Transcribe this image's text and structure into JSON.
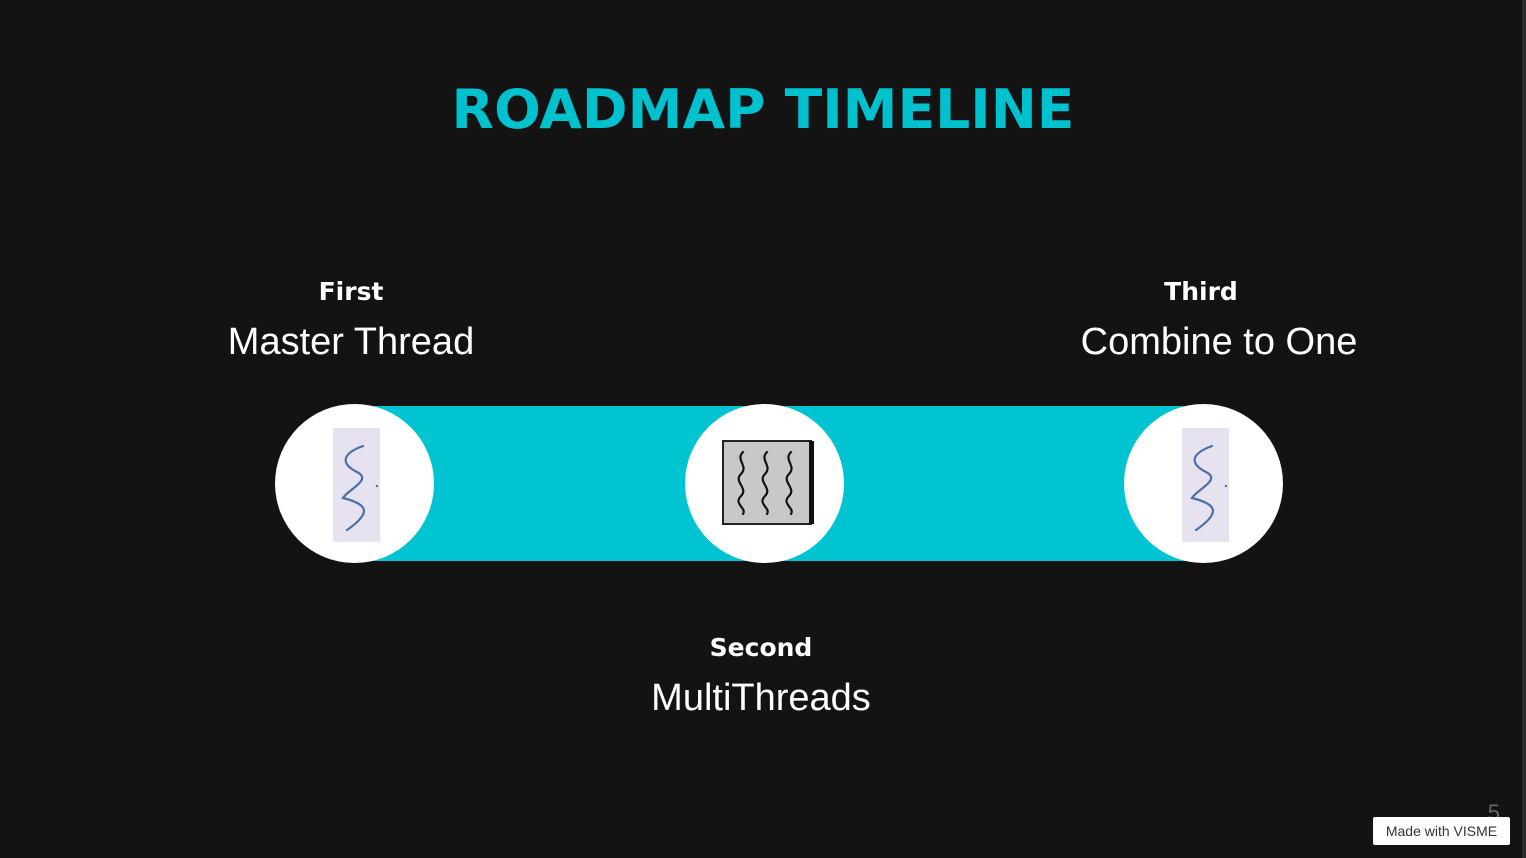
{
  "slide": {
    "title": "ROADMAP TIMELINE",
    "page_number": "5",
    "badge": "Made with VISME"
  },
  "milestones": [
    {
      "step": "First",
      "label": "Master Thread",
      "icon": "single-thread-icon"
    },
    {
      "step": "Second",
      "label": "MultiThreads",
      "icon": "multi-thread-icon"
    },
    {
      "step": "Third",
      "label": "Combine to One",
      "icon": "single-thread-icon"
    }
  ],
  "colors": {
    "background": "#131313",
    "accent": "#00c4d1",
    "title": "#00c2cf",
    "text": "#ffffff"
  }
}
